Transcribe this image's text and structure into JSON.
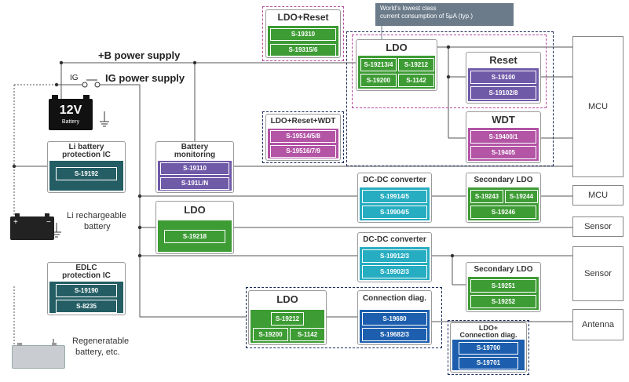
{
  "power": {
    "b_supply": "+B power supply",
    "ig_label": "IG",
    "ig_supply": "IG power supply",
    "battery_12v": "12V",
    "battery_sub": "Battery",
    "li_battery": [
      "Li rechargeable",
      "battery"
    ],
    "regen_battery": [
      "Regeneratable",
      "battery, etc."
    ]
  },
  "note": [
    "World's lowest class",
    "current consumption of 5μA (typ.)"
  ],
  "blocks": {
    "ldo_reset": {
      "title": "LDO+Reset",
      "parts": [
        "S-19310",
        "S-19315/6"
      ]
    },
    "ldo_top": {
      "title": "LDO",
      "parts": [
        "S-19213/4",
        "S-19212",
        "S-19200",
        "S-1142"
      ]
    },
    "reset": {
      "title": "Reset",
      "parts": [
        "S-19100",
        "S-19102/8"
      ]
    },
    "wdt": {
      "title": "WDT",
      "parts": [
        "S-19400/1",
        "S-19405"
      ]
    },
    "ldo_reset_wdt": {
      "title": "LDO+Reset+WDT",
      "parts": [
        "S-19514/5/8",
        "S-19516/7/9"
      ]
    },
    "battery_monitoring": {
      "title": [
        "Battery",
        "monitoring"
      ],
      "parts": [
        "S-19110",
        "S-191L/N"
      ]
    },
    "li_protection": {
      "title": [
        "Li battery",
        "protection IC"
      ],
      "parts": [
        "S-19192"
      ]
    },
    "ldo_mid": {
      "title": "LDO",
      "parts": [
        "S-19218"
      ]
    },
    "dcdc1": {
      "title": "DC-DC converter",
      "parts": [
        "S-19914/5",
        "S-19904/5"
      ]
    },
    "secondary_ldo1": {
      "title": "Secondary LDO",
      "parts": [
        "S-19243",
        "S-19244",
        "S-19246"
      ]
    },
    "dcdc2": {
      "title": "DC-DC converter",
      "parts": [
        "S-19912/3",
        "S-19902/3"
      ]
    },
    "secondary_ldo2": {
      "title": "Secondary LDO",
      "parts": [
        "S-19251",
        "S-19252"
      ]
    },
    "edlc": {
      "title": [
        "EDLC",
        "protection IC"
      ],
      "parts": [
        "S-19190",
        "S-8235"
      ]
    },
    "ldo_bottom": {
      "title": "LDO",
      "parts": [
        "S-19212",
        "S-19200",
        "S-1142"
      ]
    },
    "conn_diag": {
      "title": "Connection diag.",
      "parts": [
        "S-19680",
        "S-19682/3"
      ]
    },
    "ldo_conn_diag": {
      "title": [
        "LDO+",
        "Connection diag."
      ],
      "parts": [
        "S-19700",
        "S-19701"
      ]
    }
  },
  "outputs": {
    "mcu_main": "MCU",
    "mcu2": "MCU",
    "sensor1": "Sensor",
    "sensor2": "Sensor",
    "antenna": "Antenna"
  },
  "colors": {
    "ldo": "#3e9c35",
    "reset": "#6f5aa8",
    "wdt": "#b354a5",
    "dcdc": "#27adc1",
    "conn_diag": "#1d5fae",
    "protection": "#245e64"
  }
}
